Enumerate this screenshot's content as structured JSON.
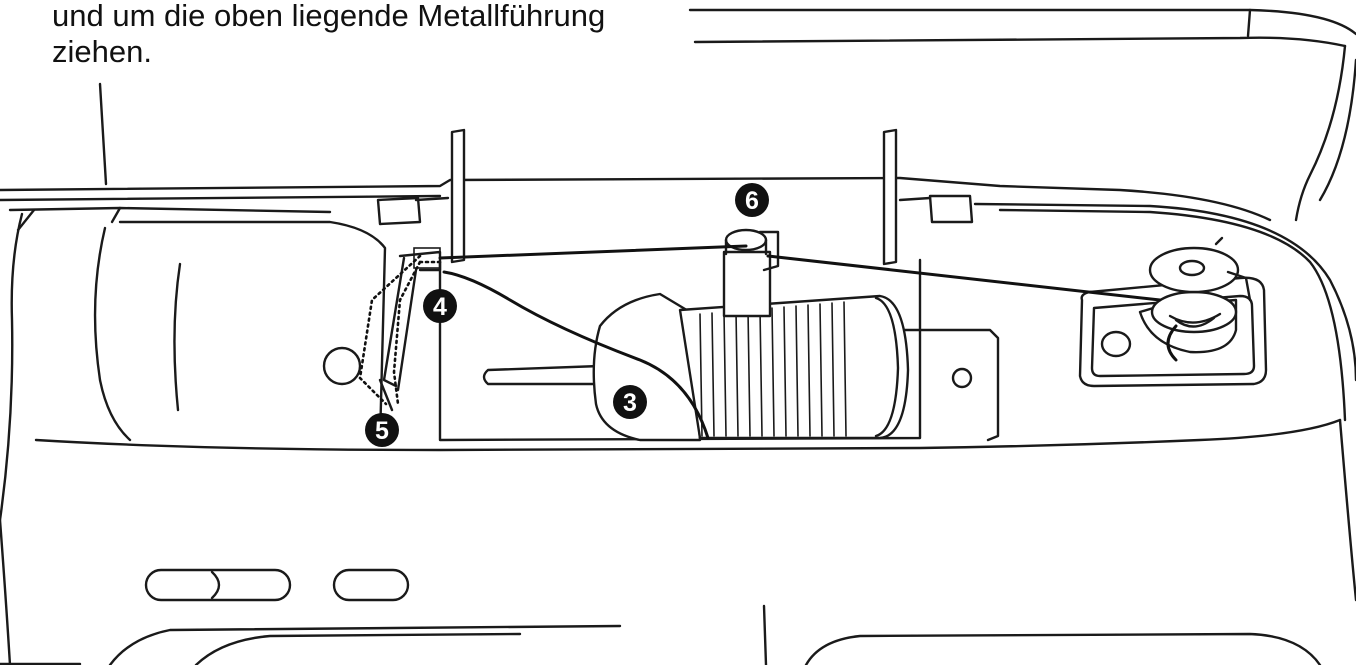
{
  "caption": {
    "line1": "und um die oben liegende Metallführung",
    "line2": "ziehen."
  },
  "steps": [
    {
      "id": "step-3",
      "label": "3"
    },
    {
      "id": "step-4",
      "label": "4"
    },
    {
      "id": "step-5",
      "label": "5"
    },
    {
      "id": "step-6",
      "label": "6"
    }
  ],
  "colors": {
    "ink": "#1a1a1a",
    "paper": "#ffffff"
  }
}
